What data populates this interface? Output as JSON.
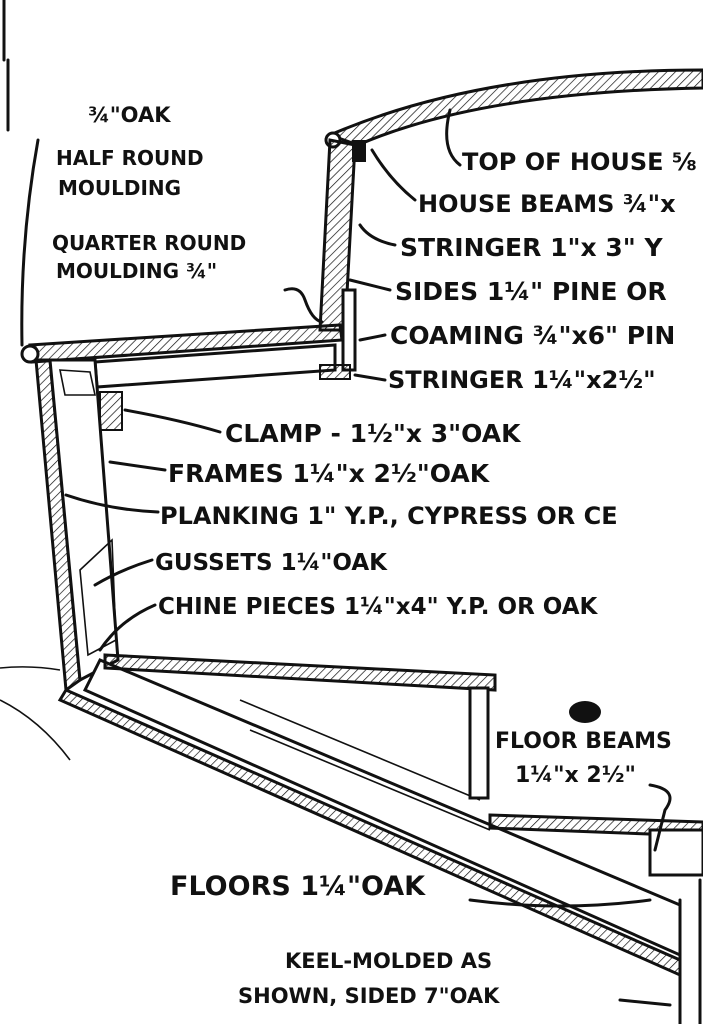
{
  "title": "Boat cross-section construction drawing",
  "labels": {
    "half_round_1": "¾\"OAK",
    "half_round_2": "HALF ROUND",
    "half_round_3": "MOULDING",
    "quarter_round_1": "QUARTER ROUND",
    "quarter_round_2": "MOULDING ¾\"",
    "top_of_house": "TOP OF HOUSE ⅝",
    "house_beams": "HOUSE BEAMS ¾\"x",
    "stringer_top": "STRINGER  1\"x 3\" Y",
    "sides": "SIDES  1¼\" PINE OR",
    "coaming": "COAMING ¾\"x6\" PIN",
    "stringer_lower": "STRINGER 1¼\"x2½\"",
    "clamp": "CLAMP - 1½\"x 3\"OAK",
    "frames": "FRAMES  1¼\"x 2½\"OAK",
    "planking": "PLANKING 1\" Y.P., CYPRESS OR CE",
    "gussets": "GUSSETS 1¼\"OAK",
    "chine": "CHINE PIECES 1¼\"x4\" Y.P. OR OAK",
    "floor_beams_1": "FLOOR BEAMS",
    "floor_beams_2": "1¼\"x 2½\"",
    "floors": "FLOORS 1¼\"OAK",
    "keel_1": "KEEL-MOLDED AS",
    "keel_2": "SHOWN, SIDED 7\"OAK"
  }
}
